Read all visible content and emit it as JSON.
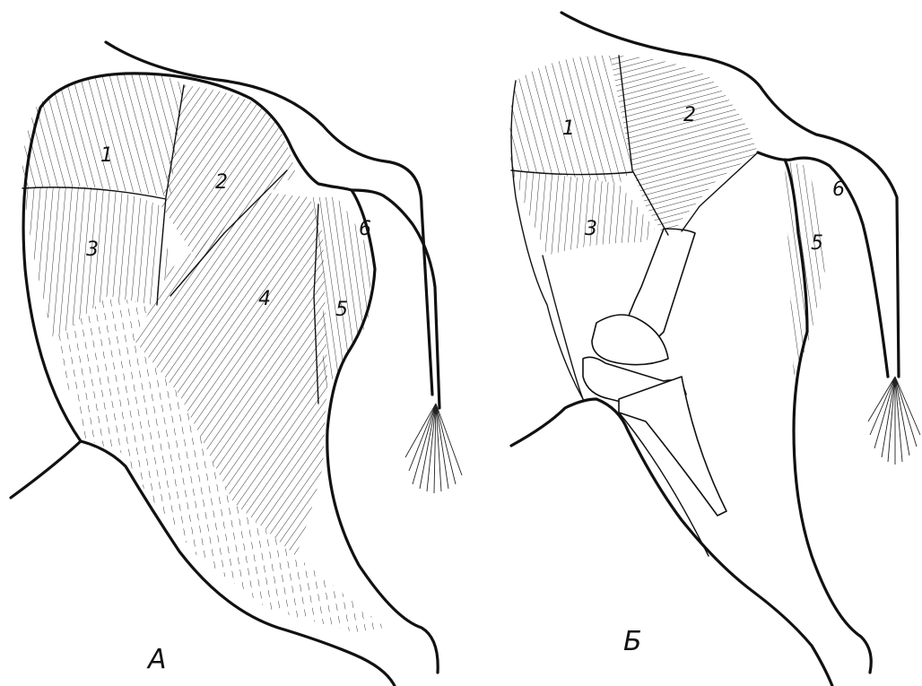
{
  "panels": [
    {
      "label": "А",
      "muscle_numbers": [
        "1",
        "2",
        "3",
        "4",
        "5",
        "6"
      ]
    },
    {
      "label": "Б",
      "muscle_numbers": [
        "1",
        "2",
        "3",
        "5",
        "6"
      ]
    }
  ]
}
